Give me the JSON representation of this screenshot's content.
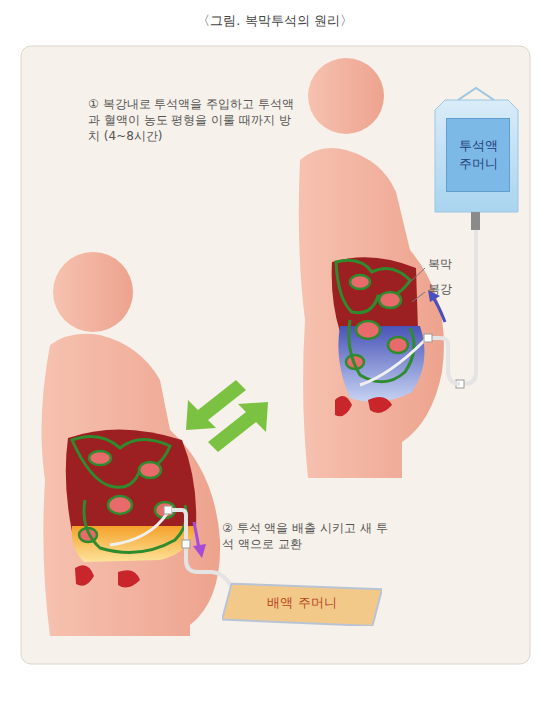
{
  "diagram": {
    "title": "〈그림. 복막투석의 원리〉",
    "nodes": [
      {
        "text": [
          "투석액 주머니"
        ]
      },
      {
        "text": [
          "배액 주머니"
        ]
      }
    ],
    "labels": [
      "① 복강내로 투석액을 주입하고 투석액과 혈액이 농도 평형을 이룰 때까지 방치 (4~8시간)",
      "복막",
      "복강",
      "② 투석 액을 배출 시키고 새 투석 액으로 교환"
    ]
  }
}
